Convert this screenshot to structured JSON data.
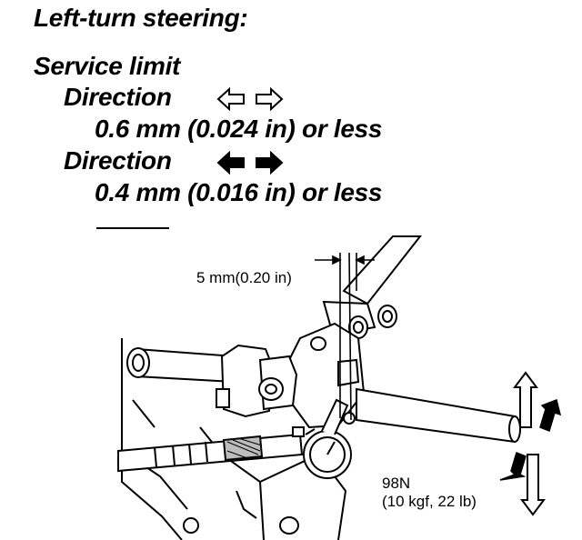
{
  "heading": {
    "title": "Left-turn steering:"
  },
  "service_limit": {
    "label": "Service limit",
    "rows": [
      {
        "direction_label": "Direction",
        "arrow_style": "outline",
        "value": "0.6 mm (0.024 in) or less"
      },
      {
        "direction_label": "Direction",
        "arrow_style": "solid",
        "value": "0.4 mm (0.016 in) or less"
      }
    ]
  },
  "diagram": {
    "offset_label": "5 mm(0.20 in)",
    "force_label_line1": "98N",
    "force_label_line2": "(10 kgf, 22 lb)"
  },
  "colors": {
    "ink": "#000000",
    "paper": "#ffffff",
    "gray": "#8a8a8a"
  }
}
